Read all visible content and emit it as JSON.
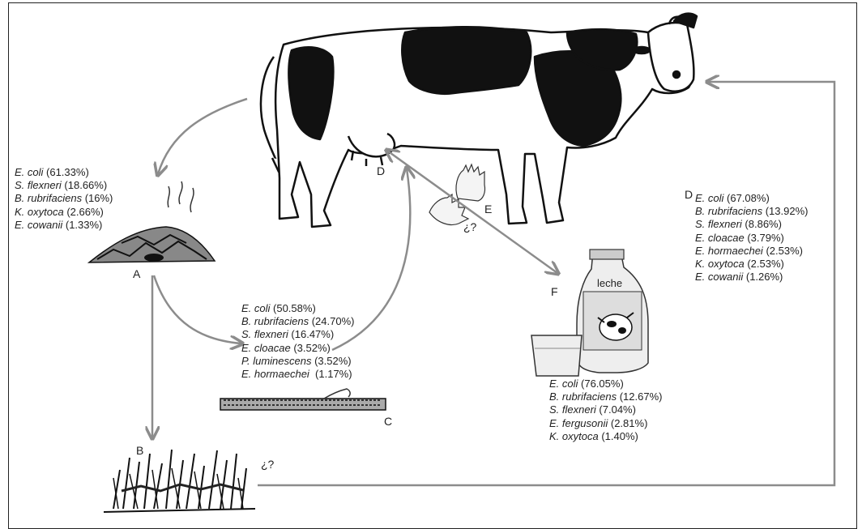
{
  "labels": {
    "a": "A",
    "b": "B",
    "c": "C",
    "d_udder": "D",
    "d_list": "D",
    "e": "E",
    "f": "F",
    "q_hands": "¿?",
    "q_grass": "¿?",
    "milk_label": "leche"
  },
  "lists": {
    "a": [
      {
        "name": "E. coli",
        "pct": " (61.33%)"
      },
      {
        "name": "S. flexneri",
        "pct": " (18.66%)"
      },
      {
        "name": "B. rubrifaciens",
        "pct": " (16%)"
      },
      {
        "name": "K. oxytoca",
        "pct": " (2.66%)"
      },
      {
        "name": "E. cowanii",
        "pct": " (1.33%)"
      }
    ],
    "c": [
      {
        "name": "E. coli",
        "pct": " (50.58%)"
      },
      {
        "name": "B. rubrifaciens",
        "pct": " (24.70%)"
      },
      {
        "name": "S. flexneri",
        "pct": " (16.47%)"
      },
      {
        "name": "E. cloacae",
        "pct": " (3.52%)"
      },
      {
        "name": "P. luminescens",
        "pct": " (3.52%)"
      },
      {
        "name": "E. hormaechei",
        "pct": "  (1.17%)"
      }
    ],
    "d": [
      {
        "name": "E. coli",
        "pct": " (67.08%)"
      },
      {
        "name": "B. rubrifaciens",
        "pct": " (13.92%)"
      },
      {
        "name": "S. flexneri",
        "pct": " (8.86%)"
      },
      {
        "name": "E. cloacae",
        "pct": " (3.79%)"
      },
      {
        "name": "E. hormaechei",
        "pct": " (2.53%)"
      },
      {
        "name": "K. oxytoca",
        "pct": " (2.53%)"
      },
      {
        "name": "E. cowanii",
        "pct": " (1.26%)"
      }
    ],
    "f": [
      {
        "name": "E. coli",
        "pct": " (76.05%)"
      },
      {
        "name": "B. rubrifaciens",
        "pct": " (12.67%)"
      },
      {
        "name": "S. flexneri",
        "pct": " (7.04%)"
      },
      {
        "name": "E. fergusonii",
        "pct": " (2.81%)"
      },
      {
        "name": "K. oxytoca",
        "pct": " (1.40%)"
      }
    ]
  },
  "colors": {
    "arrow": "#8c8c8c",
    "ink": "#111111",
    "text": "#222222"
  }
}
